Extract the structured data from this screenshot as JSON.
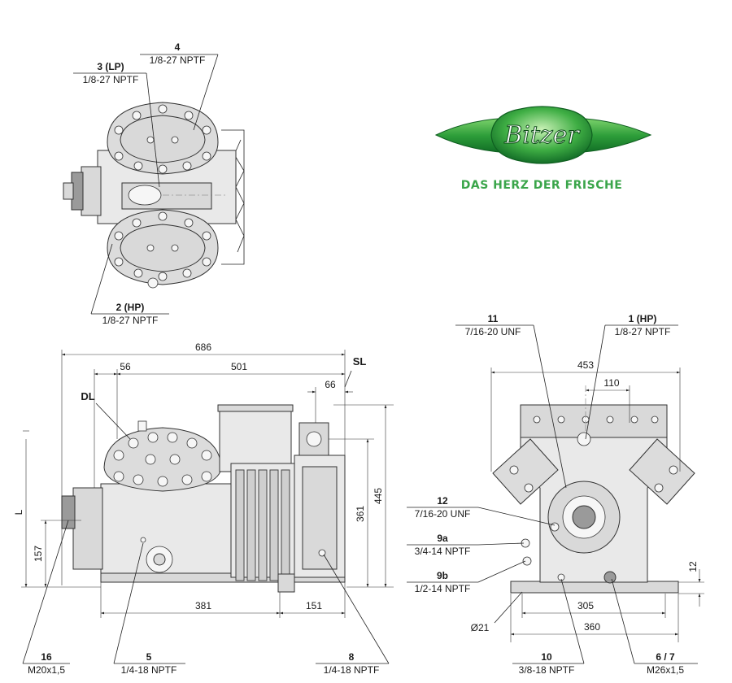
{
  "brand": {
    "logo_text": "Bitzer",
    "slogan": "DAS HERZ DER FRISCHE",
    "logo_green": "#2e9e3a",
    "slogan_color": "#3aa54a"
  },
  "top_view": {
    "c4": {
      "num": "4",
      "thread": "1/8-27 NPTF"
    },
    "c3": {
      "num": "3 (LP)",
      "thread": "1/8-27 NPTF"
    },
    "c2": {
      "num": "2 (HP)",
      "thread": "1/8-27 NPTF"
    }
  },
  "side_view": {
    "dim_686": "686",
    "dim_56": "56",
    "dim_501": "501",
    "dim_66": "66",
    "dim_445": "445",
    "dim_361": "361",
    "dim_157": "157",
    "dim_L": "L",
    "dim_381": "381",
    "dim_151": "151",
    "SL": "SL",
    "DL": "DL",
    "c16": {
      "num": "16",
      "thread": "M20x1,5"
    },
    "c5": {
      "num": "5",
      "thread": "1/4-18 NPTF"
    },
    "c8": {
      "num": "8",
      "thread": "1/4-18 NPTF"
    }
  },
  "end_view": {
    "dim_453": "453",
    "dim_110": "110",
    "dim_12": "12",
    "dim_305": "305",
    "dim_360": "360",
    "dia_21": "Ø21",
    "c11": {
      "num": "11",
      "thread": "7/16-20 UNF"
    },
    "c1": {
      "num": "1 (HP)",
      "thread": "1/8-27 NPTF"
    },
    "c12": {
      "num": "12",
      "thread": "7/16-20 UNF"
    },
    "c9a": {
      "num": "9a",
      "thread": "3/4-14 NPTF"
    },
    "c9b": {
      "num": "9b",
      "thread": "1/2-14 NPTF"
    },
    "c10": {
      "num": "10",
      "thread": "3/8-18 NPTF"
    },
    "c67": {
      "num": "6 / 7",
      "thread": "M26x1,5"
    }
  }
}
